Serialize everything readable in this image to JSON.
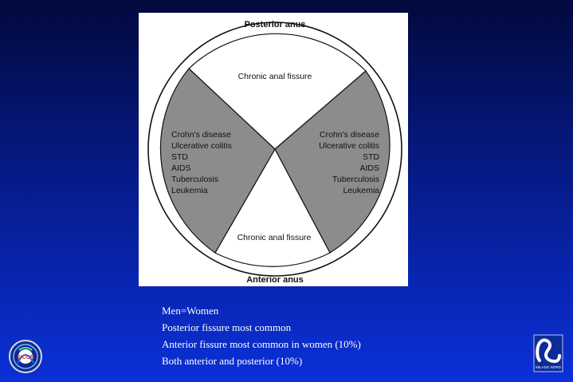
{
  "diagram": {
    "top_label": "Posterior anus",
    "bottom_label": "Anterior anus",
    "top_sector_label": "Chronic anal fissure",
    "bottom_sector_label": "Chronic anal fissure",
    "left_list": [
      "Crohn's disease",
      "Ulcerative colitis",
      "STD",
      "AIDS",
      "Tuberculosis",
      "Leukemia"
    ],
    "right_list": [
      "Crohn's disease",
      "Ulcerative colitis",
      "STD",
      "AIDS",
      "Tuberculosis",
      "Leukemia"
    ]
  },
  "notes": [
    "Men=Women",
    "Posterior fissure most common",
    "Anterior fissure most common in women (10%)",
    "Both anterior and posterior (10%)"
  ],
  "logos": {
    "left_logo_text": "SICCR",
    "right_logo_text": "MILANO NORD"
  }
}
